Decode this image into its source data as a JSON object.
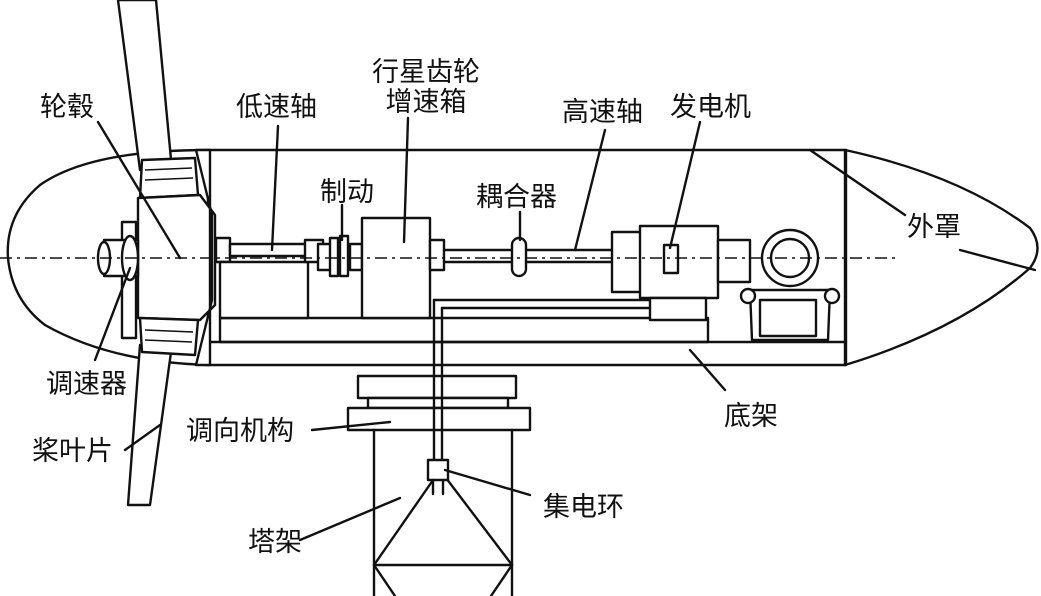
{
  "labels": {
    "hub": "轮毂",
    "low_speed_shaft": "低速轴",
    "gearbox_line1": "行星齿轮",
    "gearbox_line2": "增速箱",
    "brake": "制动",
    "coupling": "耦合器",
    "high_speed_shaft": "高速轴",
    "generator": "发电机",
    "cover": "外罩",
    "governor": "调速器",
    "blade": "桨叶片",
    "yaw_mechanism": "调向机构",
    "base_frame": "底架",
    "slip_ring": "集电环",
    "tower": "塔架"
  }
}
